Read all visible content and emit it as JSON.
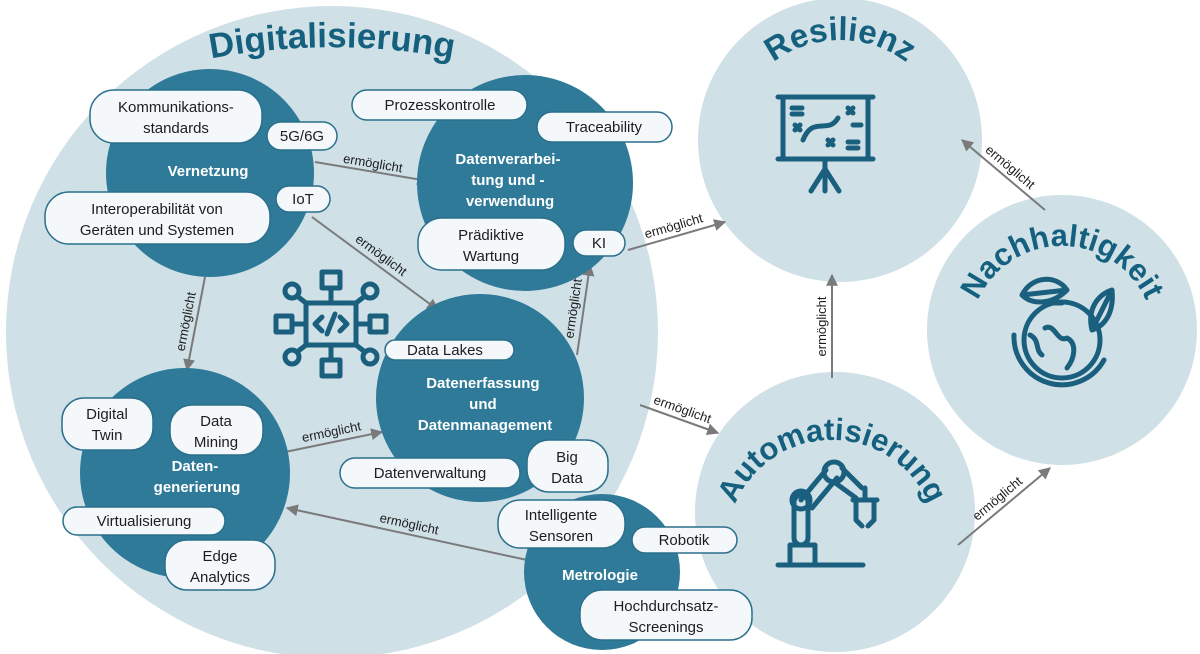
{
  "colors": {
    "light_circle": "#cfe0e7",
    "dark_circle": "#2f7a99",
    "title_text": "#15607f",
    "arrow": "#7a7a7a"
  },
  "titles": {
    "digitalisierung": "Digitalisierung",
    "resilienz": "Resilienz",
    "nachhaltigkeit": "Nachhaltigkeit",
    "automatisierung": "Automatisierung"
  },
  "clusters": {
    "vernetzung": "Vernetzung",
    "datenverarbeitung": [
      "Datenverarbei-",
      "tung und -",
      "verwendung"
    ],
    "datenerfassung": [
      "Datenerfassung",
      "und",
      "Datenmanagement"
    ],
    "datengenerierung": [
      "Daten-",
      "generierung"
    ],
    "metrologie": "Metrologie"
  },
  "pills": {
    "kommunikation": [
      "Kommunikations-",
      "standards"
    ],
    "g5g6": "5G/6G",
    "iot": "IoT",
    "interop": [
      "Interoperabilität von",
      "Geräten und Systemen"
    ],
    "prozess": "Prozesskontrolle",
    "trace": "Traceability",
    "praediktiv": [
      "Prädiktive",
      "Wartung"
    ],
    "ki": "KI",
    "datalakes": "Data Lakes",
    "datenverwaltung": "Datenverwaltung",
    "bigdata": [
      "Big",
      "Data"
    ],
    "digitaltwin": [
      "Digital",
      "Twin"
    ],
    "datamining": [
      "Data",
      "Mining"
    ],
    "virtual": "Virtualisierung",
    "edge": [
      "Edge",
      "Analytics"
    ],
    "sensoren": [
      "Intelligente",
      "Sensoren"
    ],
    "robotik": "Robotik",
    "screening": [
      "Hochdurchsatz-",
      "Screenings"
    ]
  },
  "arrows": [
    {
      "from": "Vernetzung",
      "to": "Datenverarbeitung und -verwendung",
      "label": "ermöglicht"
    },
    {
      "from": "Vernetzung",
      "to": "Datenerfassung und Datenmanagement",
      "label": "ermöglicht"
    },
    {
      "from": "Vernetzung",
      "to": "Datengenerierung",
      "label": "ermöglicht"
    },
    {
      "from": "Datengenerierung",
      "to": "Datenerfassung und Datenmanagement",
      "label": "ermöglicht"
    },
    {
      "from": "Metrologie",
      "to": "Datengenerierung",
      "label": "ermöglicht"
    },
    {
      "from": "Datenerfassung und Datenmanagement",
      "to": "Datenverarbeitung und -verwendung",
      "label": "ermöglicht"
    },
    {
      "from": "Digitalisierung",
      "to": "Resilienz",
      "label": "ermöglicht"
    },
    {
      "from": "Digitalisierung",
      "to": "Automatisierung",
      "label": "ermöglicht"
    },
    {
      "from": "Automatisierung",
      "to": "Resilienz",
      "label": "ermöglicht"
    },
    {
      "from": "Nachhaltigkeit",
      "to": "Resilienz",
      "label": "ermöglicht"
    },
    {
      "from": "Automatisierung",
      "to": "Nachhaltigkeit",
      "label": "ermöglicht"
    }
  ],
  "icons": {
    "digitalisierung": "chip-code-icon",
    "resilienz": "strategy-board-icon",
    "nachhaltigkeit": "globe-leaves-icon",
    "automatisierung": "robot-arm-icon"
  }
}
